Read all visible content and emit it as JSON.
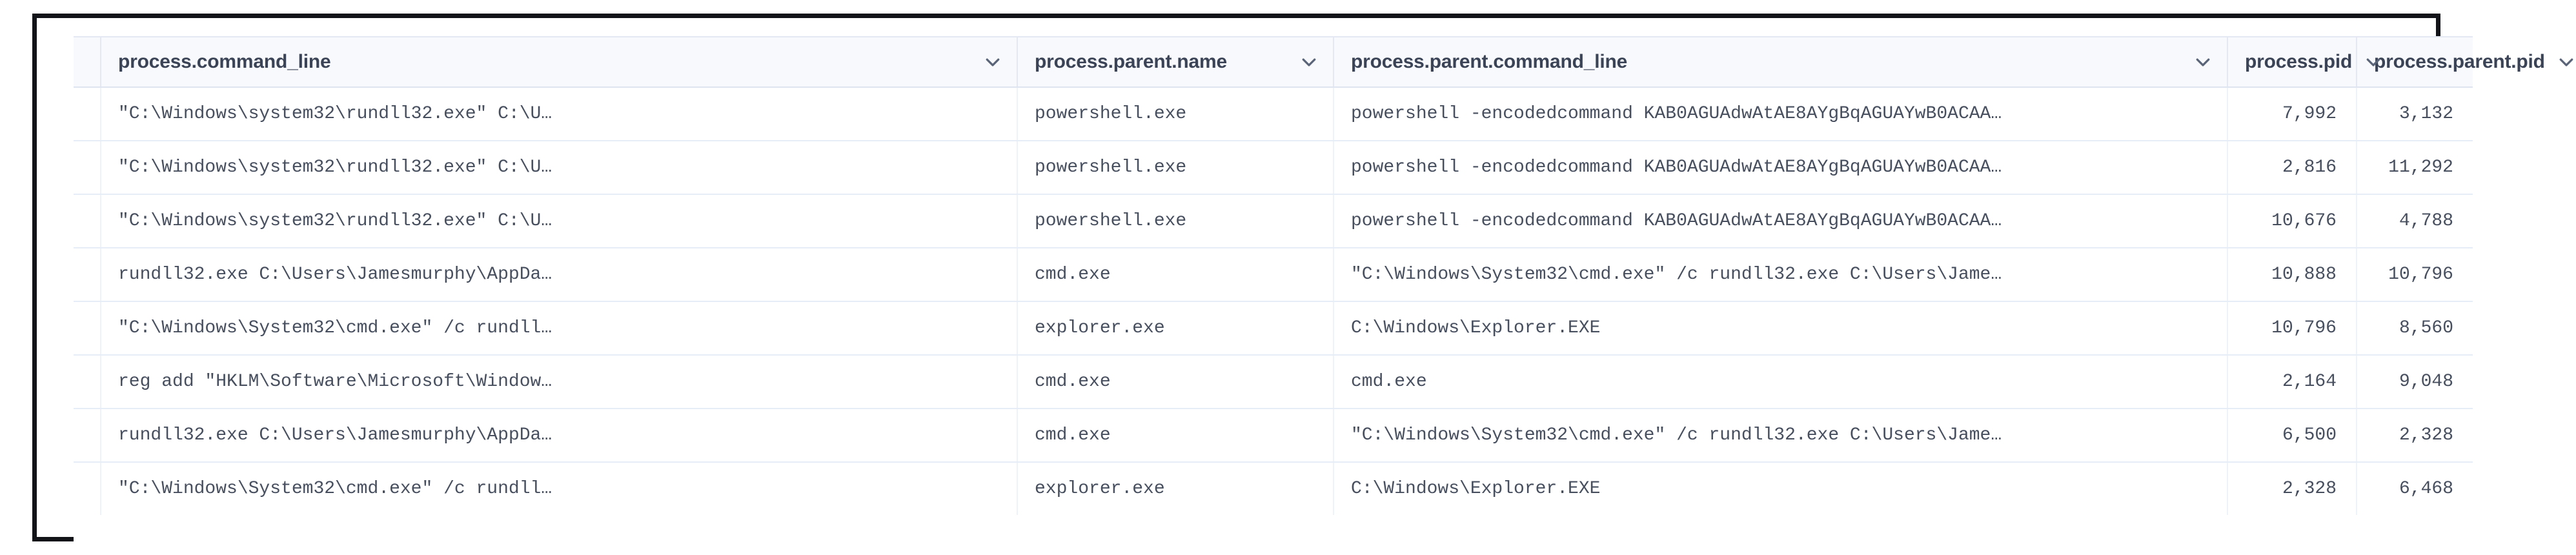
{
  "table": {
    "columns": [
      {
        "id": "process_command_line",
        "label": "process.command_line",
        "align": "left",
        "sort_icon": "chevron-down-icon"
      },
      {
        "id": "process_parent_name",
        "label": "process.parent.name",
        "align": "left",
        "sort_icon": "chevron-down-icon"
      },
      {
        "id": "process_parent_command_line",
        "label": "process.parent.command_line",
        "align": "left",
        "sort_icon": "chevron-down-icon"
      },
      {
        "id": "process_pid",
        "label": "process.pid",
        "align": "right",
        "sort_icon": "chevron-down-icon"
      },
      {
        "id": "process_parent_pid",
        "label": "process.parent.pid",
        "align": "right",
        "sort_icon": "chevron-down-icon"
      }
    ],
    "rows": [
      {
        "process_command_line": "\"C:\\Windows\\system32\\rundll32.exe\" C:\\U…",
        "process_parent_name": "powershell.exe",
        "process_parent_command_line": "powershell -encodedcommand KAB0AGUAdwAtAE8AYgBqAGUAYwB0ACAA…",
        "process_pid": "7,992",
        "process_parent_pid": "3,132"
      },
      {
        "process_command_line": "\"C:\\Windows\\system32\\rundll32.exe\" C:\\U…",
        "process_parent_name": "powershell.exe",
        "process_parent_command_line": "powershell -encodedcommand KAB0AGUAdwAtAE8AYgBqAGUAYwB0ACAA…",
        "process_pid": "2,816",
        "process_parent_pid": "11,292"
      },
      {
        "process_command_line": "\"C:\\Windows\\system32\\rundll32.exe\" C:\\U…",
        "process_parent_name": "powershell.exe",
        "process_parent_command_line": "powershell -encodedcommand KAB0AGUAdwAtAE8AYgBqAGUAYwB0ACAA…",
        "process_pid": "10,676",
        "process_parent_pid": "4,788"
      },
      {
        "process_command_line": "rundll32.exe C:\\Users\\Jamesmurphy\\AppDa…",
        "process_parent_name": "cmd.exe",
        "process_parent_command_line": "\"C:\\Windows\\System32\\cmd.exe\" /c rundll32.exe C:\\Users\\Jame…",
        "process_pid": "10,888",
        "process_parent_pid": "10,796"
      },
      {
        "process_command_line": "\"C:\\Windows\\System32\\cmd.exe\" /c rundll…",
        "process_parent_name": "explorer.exe",
        "process_parent_command_line": "C:\\Windows\\Explorer.EXE",
        "process_pid": "10,796",
        "process_parent_pid": "8,560"
      },
      {
        "process_command_line": "reg add \"HKLM\\Software\\Microsoft\\Window…",
        "process_parent_name": "cmd.exe",
        "process_parent_command_line": "cmd.exe",
        "process_pid": "2,164",
        "process_parent_pid": "9,048"
      },
      {
        "process_command_line": "rundll32.exe C:\\Users\\Jamesmurphy\\AppDa…",
        "process_parent_name": "cmd.exe",
        "process_parent_command_line": "\"C:\\Windows\\System32\\cmd.exe\" /c rundll32.exe C:\\Users\\Jame…",
        "process_pid": "6,500",
        "process_parent_pid": "2,328"
      },
      {
        "process_command_line": "\"C:\\Windows\\System32\\cmd.exe\" /c rundll…",
        "process_parent_name": "explorer.exe",
        "process_parent_command_line": "C:\\Windows\\Explorer.EXE",
        "process_pid": "2,328",
        "process_parent_pid": "6,468"
      }
    ]
  },
  "colors": {
    "header_background": "#f7f9fc",
    "header_text": "#3b4456",
    "cell_text": "#474f5f",
    "row_divider": "#e7edf7",
    "column_divider": "#eef2f9",
    "frame_border": "#111318",
    "body_background": "#ffffff"
  }
}
